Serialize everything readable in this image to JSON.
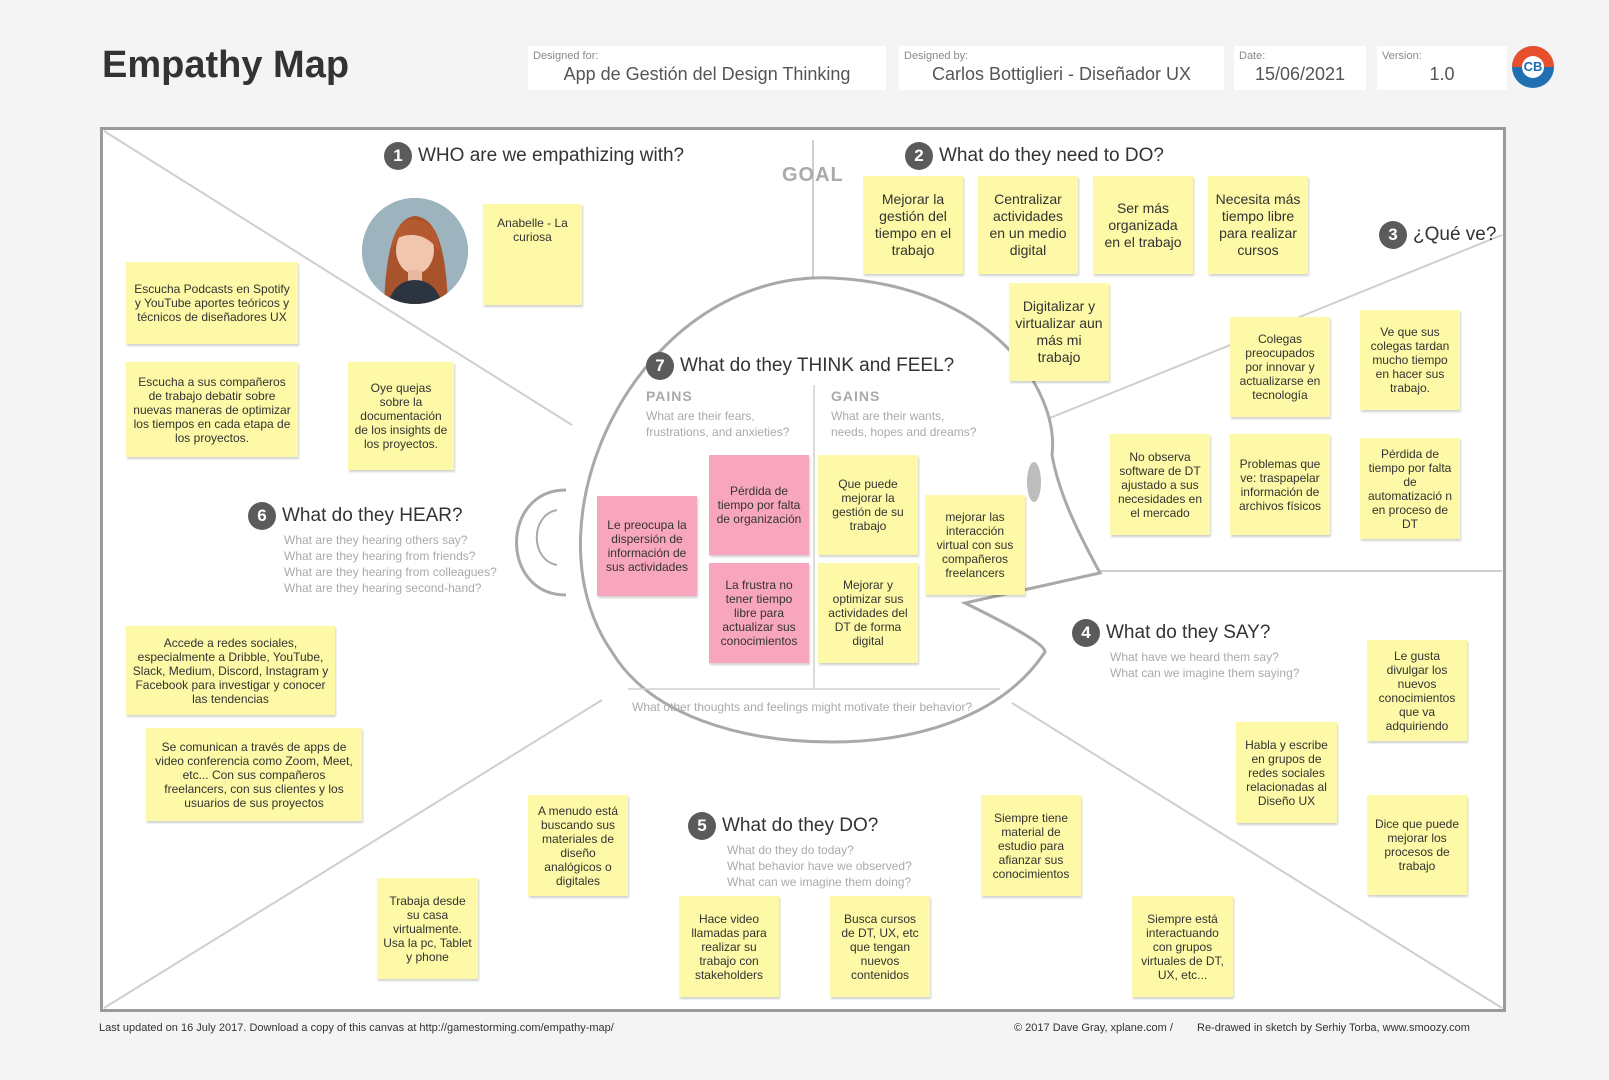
{
  "header": {
    "title": "Empathy Map",
    "designed_for_label": "Designed for:",
    "designed_for": "App de Gestión del Design Thinking",
    "designed_by_label": "Designed by:",
    "designed_by": "Carlos Bottiglieri - Diseñador UX",
    "date_label": "Date:",
    "date": "15/06/2021",
    "version_label": "Version:",
    "version": "1.0",
    "logo_text": "CB"
  },
  "goal_label": "GOAL",
  "sections": {
    "who": {
      "number": "1",
      "title": "WHO are we empathizing with?",
      "persona_note": "Anabelle - La curiosa"
    },
    "do_need": {
      "number": "2",
      "title": "What do they need to DO?"
    },
    "see": {
      "number": "3",
      "title": "¿Qué ve?"
    },
    "say": {
      "number": "4",
      "title": "What do they SAY?",
      "prompts": [
        "What have we heard them say?",
        "What can we imagine them saying?"
      ]
    },
    "do": {
      "number": "5",
      "title": "What do they DO?",
      "prompts": [
        "What do they do today?",
        "What behavior have we observed?",
        "What can we imagine them doing?"
      ]
    },
    "hear": {
      "number": "6",
      "title": "What do they HEAR?",
      "prompts": [
        "What are they hearing others say?",
        "What are they hearing from friends?",
        "What are they hearing from colleagues?",
        "What are they hearing second-hand?"
      ]
    },
    "think": {
      "number": "7",
      "title": "What do they THINK and FEEL?",
      "pains_label": "PAINS",
      "pains_prompt": [
        "What are their fears,",
        "frustrations, and anxieties?"
      ],
      "gains_label": "GAINS",
      "gains_prompt": [
        "What are their wants,",
        "needs, hopes and dreams?"
      ],
      "footer_prompt": "What other thoughts and feelings might motivate their behavior?"
    }
  },
  "notes": {
    "goal": [
      "Mejorar la gestión del tiempo en el trabajo",
      "Centralizar actividades en un medio digital",
      "Ser más organizada en el trabajo",
      "Necesita más tiempo libre para realizar cursos",
      "Digitalizar y virtualizar aun más mi trabajo"
    ],
    "see": [
      "Colegas preocupados por innovar y actualizarse en tecnología",
      "Ve que sus colegas tardan mucho tiempo en hacer sus trabajo.",
      "No observa software de DT ajustado a sus necesidades en el mercado",
      "Problemas que ve: traspapelar información de archivos físicos",
      "Pérdida de tiempo por falta de automatizació n en proceso de DT"
    ],
    "say": [
      "Le gusta divulgar los nuevos conocimientos que va adquiriendo",
      "Habla y escribe en grupos de redes sociales relacionadas al Diseño UX",
      "Dice que puede  mejorar los procesos de trabajo"
    ],
    "do": [
      "A menudo está buscando sus materiales de diseño analógicos o digitales",
      "Trabaja desde su casa virtualmente. Usa la pc, Tablet y phone",
      "Hace video llamadas para realizar su trabajo con stakeholders",
      "Busca cursos de DT, UX, etc que tengan nuevos contenidos",
      "Siempre tiene material de estudio para afianzar sus conocimientos",
      "Siempre está interactuando con grupos virtuales de DT, UX, etc..."
    ],
    "hear": [
      "Escucha Podcasts en Spotify y YouTube aportes teóricos y técnicos de diseñadores UX",
      "Escucha a sus compañeros de trabajo debatir sobre nuevas maneras de optimizar los tiempos en cada etapa de los proyectos.",
      "Oye quejas sobre la documentación de los insights de los proyectos.",
      "Accede a redes sociales, especialmente a Dribble, YouTube, Slack, Medium, Discord, Instagram y Facebook para investigar y conocer las tendencias",
      "Se comunican a través de apps de video conferencia como Zoom, Meet, etc... Con sus compañeros freelancers, con sus clientes y los usuarios de sus proyectos"
    ],
    "pains": [
      "Le preocupa la dispersión de información de sus actividades",
      "Pérdida de tiempo por falta de organización",
      "La frustra no tener tiempo libre para actualizar sus conocimientos"
    ],
    "gains": [
      "Que puede mejorar la gestión de su trabajo",
      "Mejorar y optimizar sus actividades del DT de forma digital",
      "mejorar las interacción virtual con sus compañeros freelancers"
    ]
  },
  "footer": {
    "left": "Last updated on 16 July 2017. Download a copy of this canvas at http://gamestorming.com/empathy-map/",
    "copyright": "© 2017 Dave Gray, xplane.com /",
    "redrawn": "Re-drawed in sketch by Serhiy Torba, www.smoozy.com"
  },
  "colors": {
    "sticky_yellow": "#fdf9a6",
    "sticky_pink": "#f7a6bd",
    "canvas_border": "#9a9a9a",
    "background": "#f4f4f4"
  }
}
